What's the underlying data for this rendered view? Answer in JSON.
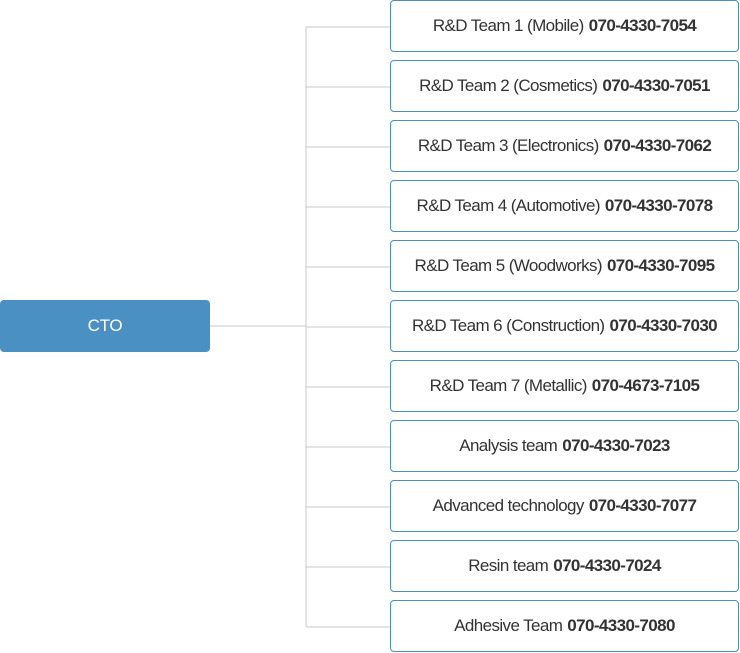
{
  "colors": {
    "accent": "#4a90c2",
    "connector": "#c8c8c8",
    "text": "#333333",
    "root_text": "#ffffff"
  },
  "root": {
    "label": "CTO"
  },
  "teams": [
    {
      "name": "R&D Team 1 (Mobile)",
      "phone": "070-4330-7054"
    },
    {
      "name": "R&D Team 2 (Cosmetics)",
      "phone": "070-4330-7051"
    },
    {
      "name": "R&D Team 3 (Electronics)",
      "phone": "070-4330-7062"
    },
    {
      "name": "R&D Team 4 (Automotive)",
      "phone": "070-4330-7078"
    },
    {
      "name": "R&D Team 5 (Woodworks)",
      "phone": "070-4330-7095"
    },
    {
      "name": "R&D Team 6 (Construction)",
      "phone": "070-4330-7030"
    },
    {
      "name": "R&D Team 7 (Metallic)",
      "phone": "070-4673-7105"
    },
    {
      "name": "Analysis team",
      "phone": "070-4330-7023"
    },
    {
      "name": "Advanced technology",
      "phone": "070-4330-7077"
    },
    {
      "name": "Resin team",
      "phone": "070-4330-7024"
    },
    {
      "name": "Adhesive Team",
      "phone": "070-4330-7080"
    }
  ]
}
